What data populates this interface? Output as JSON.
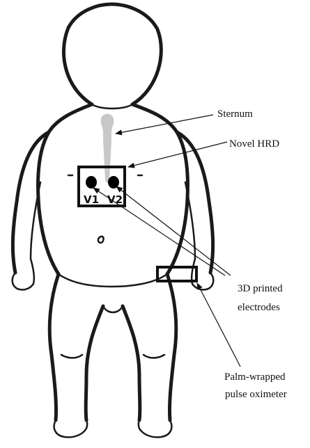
{
  "labels": {
    "sternum": "Sternum",
    "novel_hrd": "Novel HRD",
    "electrodes_line1": "3D printed",
    "electrodes_line2": "electrodes",
    "oximeter_line1": "Palm-wrapped",
    "oximeter_line2": "pulse oximeter",
    "electrode_v1": "V1",
    "electrode_v2": "V2"
  },
  "colors": {
    "outline": "#1a1a1a",
    "sternum_fill": "#c8c8c8",
    "background": "#ffffff"
  }
}
